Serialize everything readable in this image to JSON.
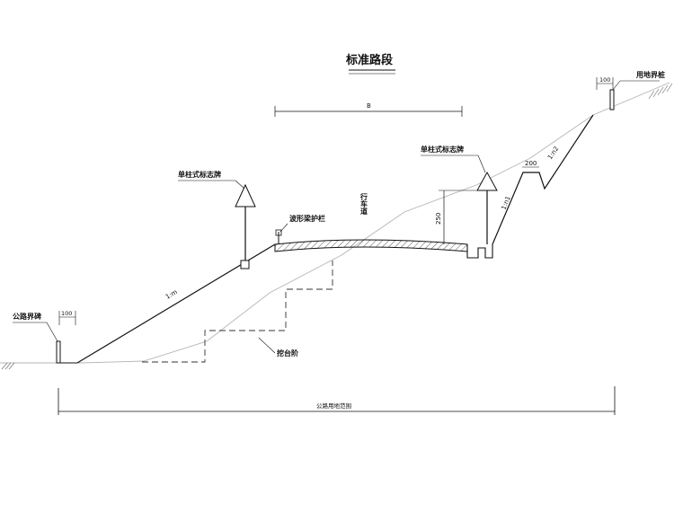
{
  "title": "标准路段",
  "labels": {
    "width_dim": "B",
    "sign_left": "单柱式标志牌",
    "sign_right": "单柱式标志牌",
    "guardrail": "波形梁护栏",
    "carriageway": "行车道",
    "slope_fill": "1:m",
    "slope_cut1": "1:n1",
    "slope_cut2": "1:n2",
    "height_dim": "250",
    "berm_dim": "200",
    "boundary_marker_left": "公路界碑",
    "boundary_marker_right": "用地界桩",
    "marker_offset_left": "100",
    "marker_offset_right": "100",
    "benching": "挖台阶",
    "land_range": "公路用地范围"
  },
  "colors": {
    "line": "#111111",
    "ground": "#b5b5b5",
    "hatch": "#555555"
  }
}
